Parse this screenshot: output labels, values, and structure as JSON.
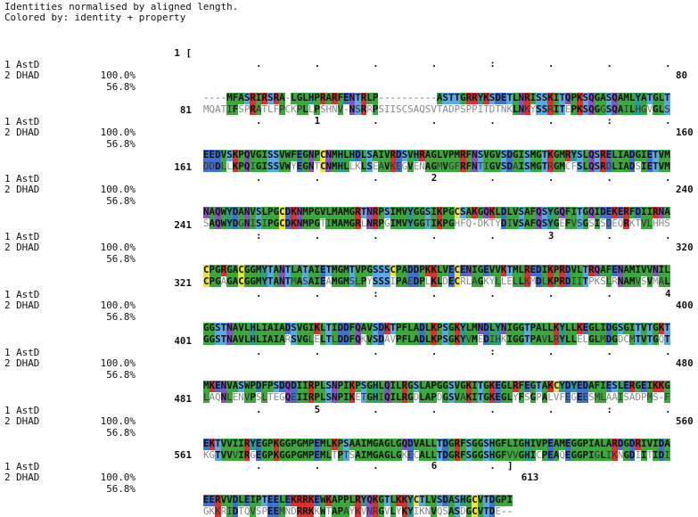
{
  "header": {
    "line1": "Identities normalised by aligned length.",
    "line2": "Colored by: identity + property"
  },
  "sequences": [
    {
      "label": "1 AstD",
      "identity": "100.0%"
    },
    {
      "label": "2 DHAD",
      "identity": "56.8%"
    }
  ],
  "colors": {
    "hydrophobic": "#3aa83a",
    "aromatic_polar": "#2a9d8f",
    "hydroxyl": "#59a9e6",
    "amide": "#8a52c0",
    "basic": "#d8312e",
    "acidic": "#4170d0",
    "cysteine": "#f2e13a"
  },
  "blocks": [
    {
      "start": "1 [",
      "end": "80",
      "ruler": "         .         .         .         .         :         .         .         .",
      "seqs": [
        "----MFASRIRSRA-LGLHPRARFENTRLP----------ASTTGRRYKSDETLNRISSKITQPKSQGASQAMLYATGLT",
        "MQATIFSPRATLFPCKPLLPSHNV-NSRRPSIISCSAQSVTADPSPPITDTNKLNKYSSRITEPKSQGGSQAILHGVGLS"
      ]
    },
    {
      "start": "81",
      "end": "160",
      "ruler": "         .         1         .         .         .         .         :         .",
      "seqs": [
        "EEDVSKPQVGISSVWFEGNPCNMHLHDLSAIVRDSVHRAGLVPMRFNSVGVSDGISMGTKGMRYSLQSRELIADGIETVM",
        "DDDLLKPQIGISSVWYEGNTCNMHLLKLSEAVKEGVENAGMVGFRFNTIGVSDAISMGTRGMCFSLQSRDLIADSIETVM"
      ]
    },
    {
      "start": "161",
      "end": "240",
      "ruler": "         .         .         .         2         .         .         .         .",
      "seqs": [
        "NAQWYDANVSLPGCDKNMPGVLMAMGRTNRPSIMVYGGSIKPGCSAKGQKLDLVSAFQSYGQFITGQIDEKERFDIIRNA",
        "SAQWYDGNISIPGCDKNMPGTIMAMGRLNRPGIMVYGGTIKPGHFQ-DKTYDIVSAFQSYGEFVSGSISDEQRKTVLHHS"
      ]
    },
    {
      "start": "241",
      "end": "320",
      "ruler": "         :         .         .         .         .         3         .         .",
      "seqs": [
        "CPGRGACGGMYTANTLATAIETMGMTVPGSSSCPADDPKKLVECENIGEVVKTMLREDIKPRDVLTRQAFENAMIVVNIL",
        "CPGAGACGGMYTANTMASAIEAMGMSLPYSSSIPAEDPLKLDECRLAGKYLLELLKMDLKPRDIITPKSLRNAMVSVMAL"
      ]
    },
    {
      "start": "321",
      "end": "400",
      "ruler": "         .         .         :         .         .         .         .         4",
      "seqs": [
        "GGSTNAVLHLIAIADSVGIKLTIDDFQAVSDKTPFLADLKPSGKYLMNDLYNIGGTPALLKYLLKEGLIDGSGITVTGKT",
        "GGSTNAVLHLIAIARSVGLELTLDDFQKVSDAVPFLADLKPSGKYVMEDIHKIGGTPAVLRYLLELGLMDGDCMTVTGQT"
      ]
    },
    {
      "start": "401",
      "end": "480",
      "ruler": "         .         .         .         .         :         .         .         .",
      "seqs": [
        "MKENVASWPDFPSDQDIIRPLSNPIKPSGHLQILRGSLAPGGSVGKITGKEGLRFEGTAKCYDYEDAFIESLERGEIKKG",
        "LAQNLENVPSLTEGQEIIRPLSNPIKETGHIQILRGDLAPDGSVAKITGKEGLYFSGPALVFEGEESMLAAISADPMS-F"
      ]
    },
    {
      "start": "481",
      "end": "560",
      "ruler": "         .         5         .         .         .         .         :         .",
      "seqs": [
        "EKTVVIIRYEGPKGGPGMPEMLKPSAAIMGAGLGQDVALLTDGRFSGGSHGFLIGHIVPEAMEGGPIALARDGDRIVIDA",
        "KGTVVVIRGEGPKGGPGMPEMLTPTSAIMGAGLGKECALLTDGRFSGGSHGFVVGHICPEAQEGGPIGLIKNGDIITIDI"
      ]
    },
    {
      "start": "561",
      "end": "613",
      "ruler": "         .         .         .         6         .  ]",
      "seqs": [
        "EERVVDLEIPTEELEKRRKEWKAPPLRYQKGTLKKYCTLVSDASHGCVTDGPI",
        "GKKRIDTQVSPEEMNDRRKKWTAPAYKVNRGVLYKYIKNVQSASDGCVTDE--"
      ]
    }
  ]
}
